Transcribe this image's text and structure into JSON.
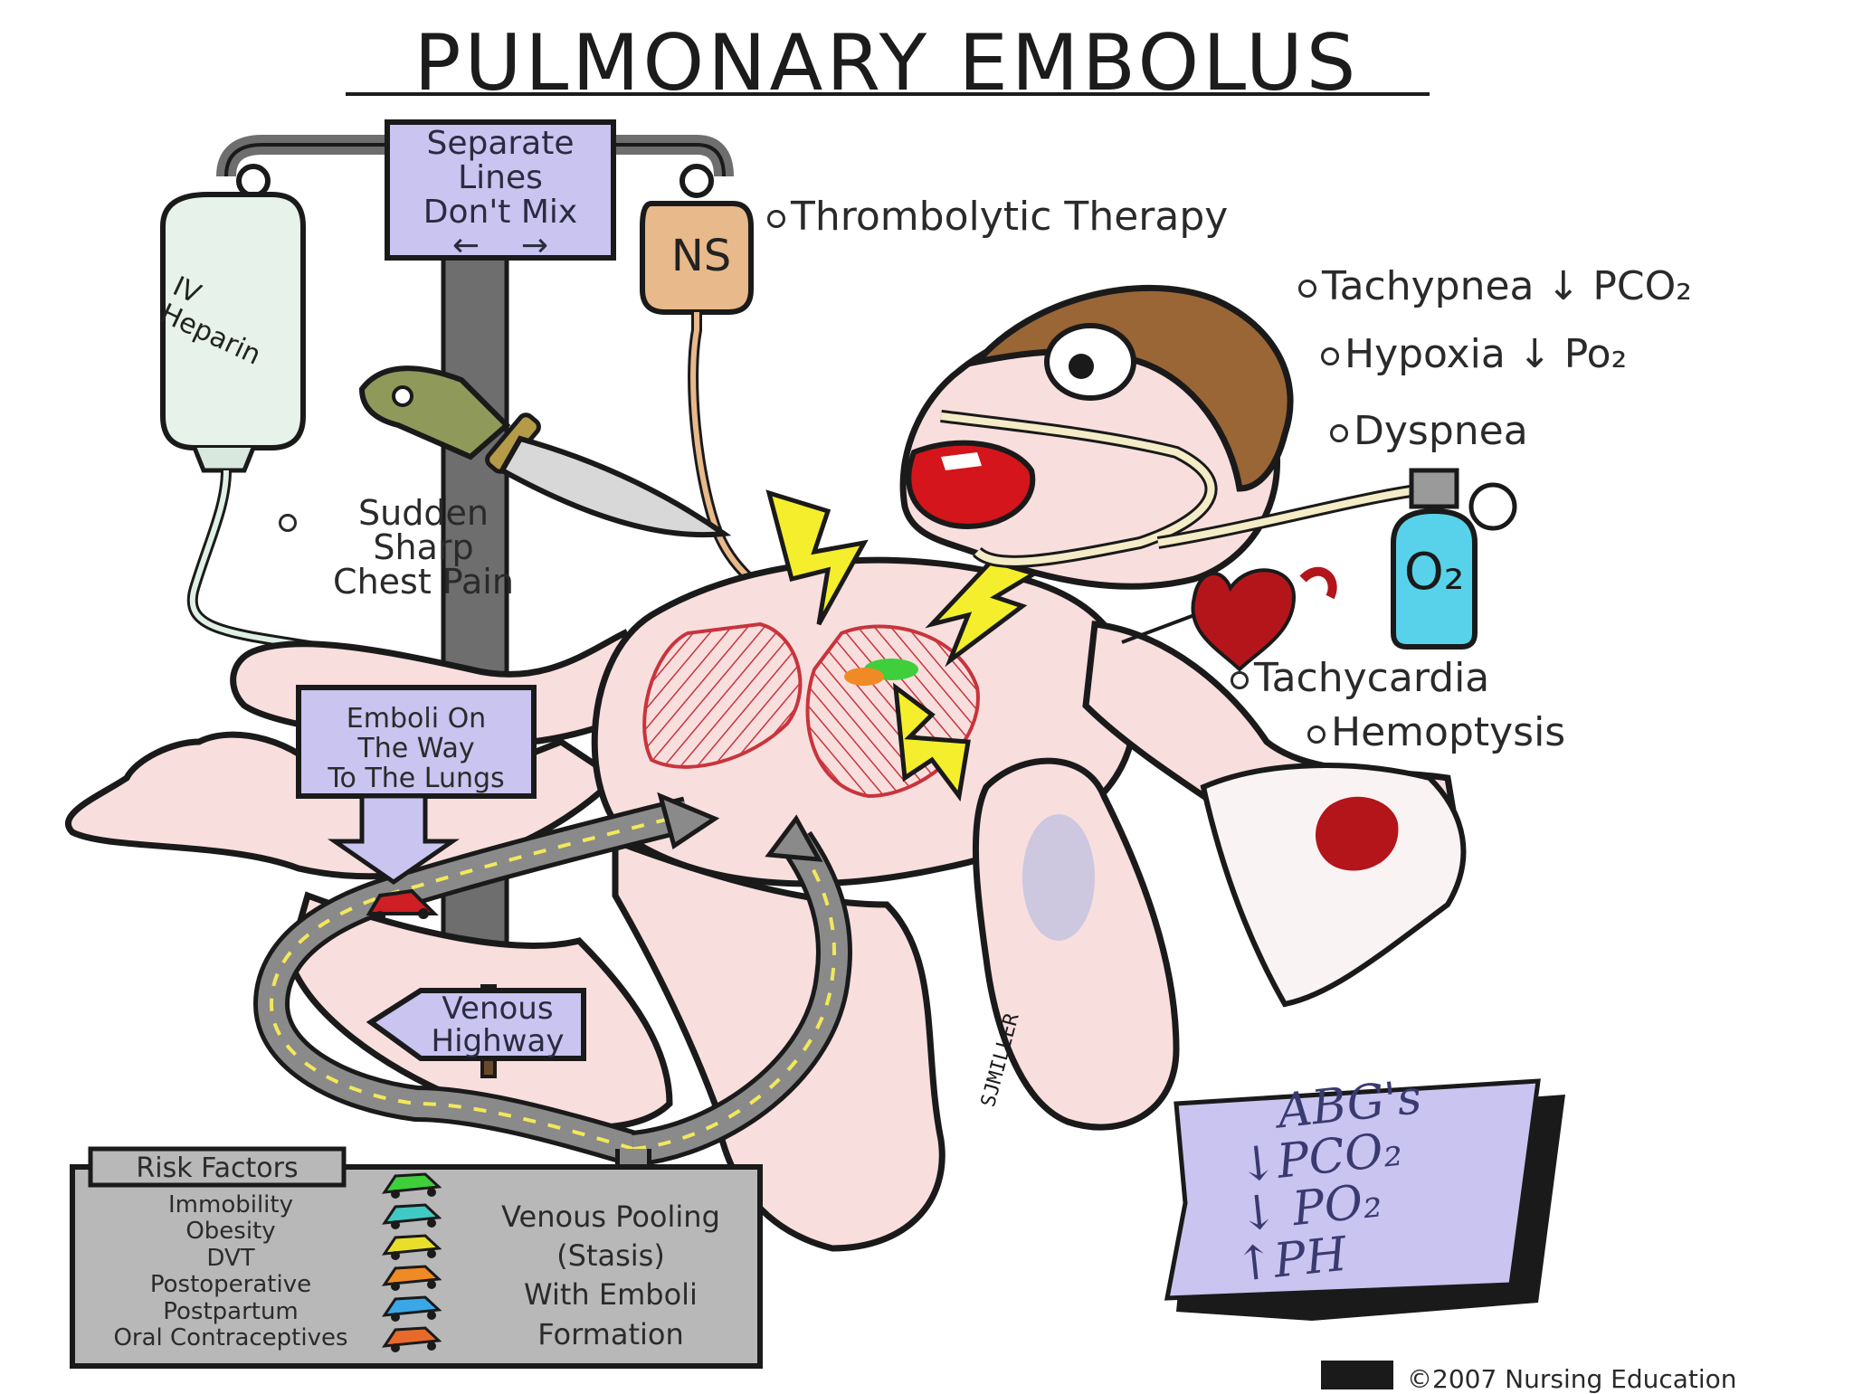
{
  "title": "PULMONARY EMBOLUS",
  "iv_bag": {
    "text": "IV Heparin"
  },
  "ns_bag": {
    "text": "NS"
  },
  "sign_lines": {
    "line1": "Separate",
    "line2": "Lines",
    "line3": "Don't Mix"
  },
  "chest_pain": {
    "line1": "Sudden",
    "line2": "Sharp",
    "line3": "Chest Pain"
  },
  "symptoms": {
    "thrombolytic": "Thrombolytic Therapy",
    "tachypnea": "Tachypnea ↓ PCO₂",
    "hypoxia": "Hypoxia ↓ Po₂",
    "dyspnea": "Dyspnea",
    "tachycardia": "Tachycardia",
    "hemoptysis": "Hemoptysis"
  },
  "o2_tank": {
    "text": "O₂"
  },
  "emboli_sign": {
    "line1": "Emboli On",
    "line2": "The Way",
    "line3": "To The Lungs"
  },
  "venous_sign": {
    "line1": "Venous",
    "line2": "Highway"
  },
  "risk_factors": {
    "header": "Risk Factors",
    "items": [
      "Immobility",
      "Obesity",
      "DVT",
      "Postoperative",
      "Postpartum",
      "Oral Contraceptives"
    ],
    "pooling": {
      "line1": "Venous Pooling",
      "line2": "(Stasis)",
      "line3": "With Emboli",
      "line4": "Formation"
    }
  },
  "abg": {
    "line1": "ABG's",
    "line2": "↓PCO₂",
    "line3": "↓ PO₂",
    "line4": "↑PH"
  },
  "signature": "SJMILLER",
  "copyright": "©2007 Nursing Education",
  "colors": {
    "skin": "#f9dede",
    "outline": "#1a1a1a",
    "sign_fill": "#c9c4f0",
    "road": "#8a8a8a",
    "road_dash": "#f2e85a",
    "lightning": "#f4ee2c",
    "blood": "#b3151b",
    "o2_tank": "#58d2ea",
    "hair": "#9a6636",
    "ns_bag": "#e8b98a",
    "iv_bag": "#e6f2ea",
    "lung": "#c8343c",
    "risk_box": "#b8b8b8"
  }
}
